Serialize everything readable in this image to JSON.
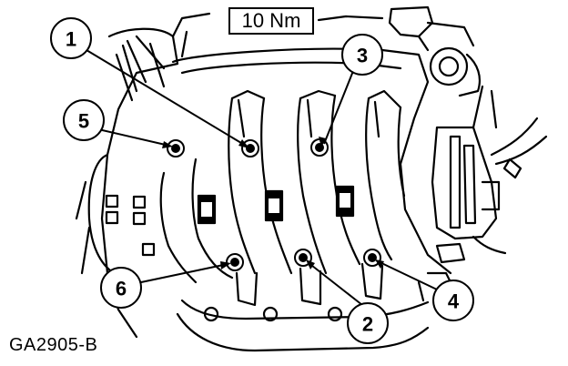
{
  "torque_spec": "10 Nm",
  "figure_id": "GA2905-B",
  "callouts": [
    {
      "label": "1",
      "bolt": "upper-left"
    },
    {
      "label": "2",
      "bolt": "lower-center"
    },
    {
      "label": "3",
      "bolt": "upper-right"
    },
    {
      "label": "4",
      "bolt": "lower-right"
    },
    {
      "label": "5",
      "bolt": "upper-far-left"
    },
    {
      "label": "6",
      "bolt": "lower-left"
    }
  ]
}
